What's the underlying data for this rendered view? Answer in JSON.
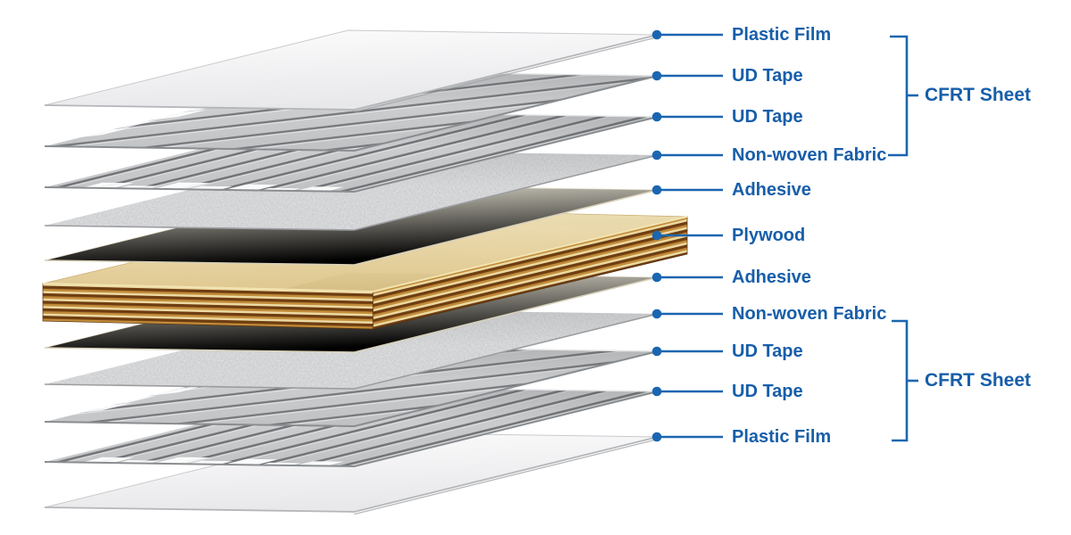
{
  "palette": {
    "label_text": "#175ea9",
    "leader_line": "#1b66b1",
    "bracket": "#1b66b1",
    "plastic_film": "#ececee",
    "ud_tape_base": "#cbcdcf",
    "ud_tape_stripe": "#77797c",
    "non_woven_base": "#e2e3e4",
    "non_woven_speckle": "#949697",
    "adhesive": "#ebe5d3",
    "plywood_top": "#e8d5a4",
    "plywood_edge_dark": "#6e3d11",
    "plywood_edge_gold": "#c28c3a",
    "plywood_edge_cream": "#ecd9a2"
  },
  "layers": [
    {
      "label": "Plastic Film",
      "material": "plastic-film"
    },
    {
      "label": "UD Tape",
      "material": "ud-tape-shallow"
    },
    {
      "label": "UD Tape",
      "material": "ud-tape-steep"
    },
    {
      "label": "Non-woven Fabric",
      "material": "non-woven"
    },
    {
      "label": "Adhesive",
      "material": "adhesive"
    },
    {
      "label": "Plywood",
      "material": "plywood"
    },
    {
      "label": "Adhesive",
      "material": "adhesive"
    },
    {
      "label": "Non-woven Fabric",
      "material": "non-woven"
    },
    {
      "label": "UD Tape",
      "material": "ud-tape-shallow"
    },
    {
      "label": "UD Tape",
      "material": "ud-tape-steep"
    },
    {
      "label": "Plastic Film",
      "material": "plastic-film"
    }
  ],
  "groups": [
    {
      "label": "CFRT Sheet",
      "from_layer": 0,
      "to_layer": 3
    },
    {
      "label": "CFRT Sheet",
      "from_layer": 7,
      "to_layer": 10
    }
  ]
}
